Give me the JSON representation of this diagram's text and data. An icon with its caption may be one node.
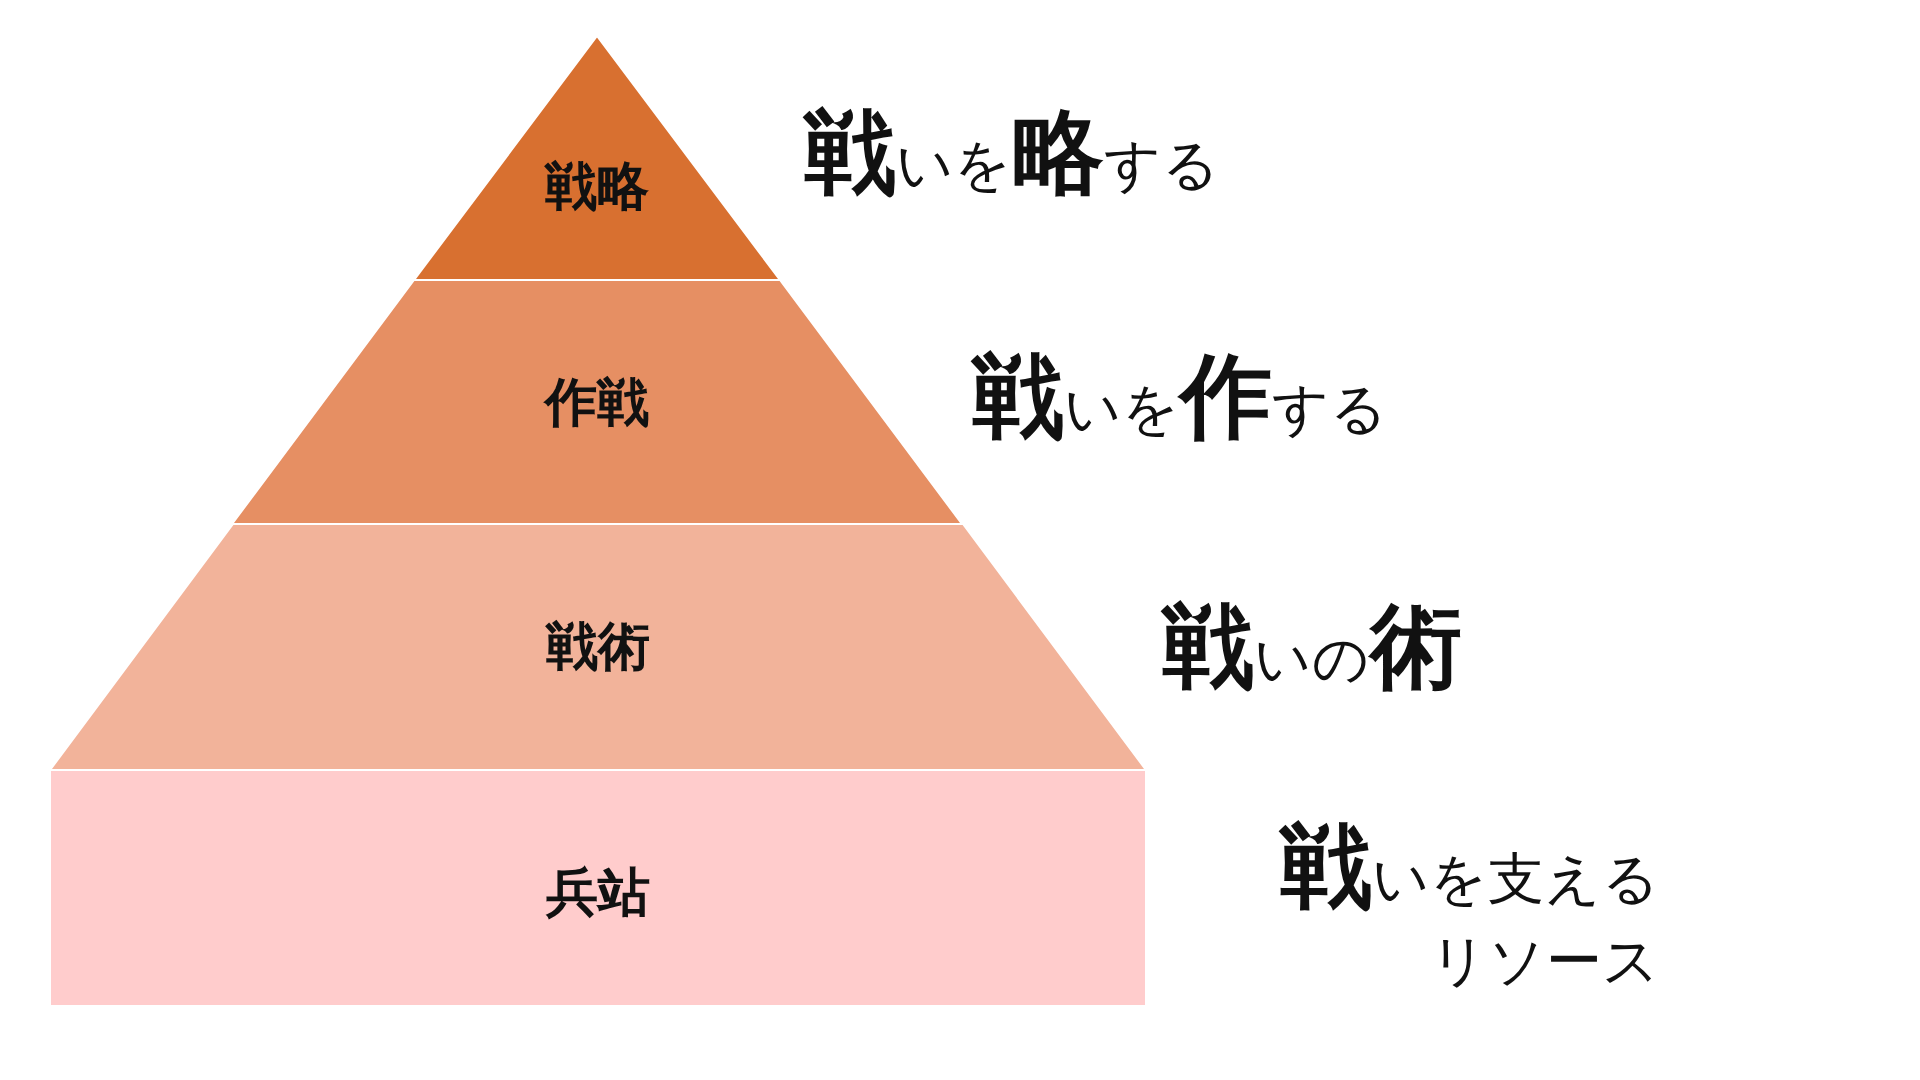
{
  "diagram": {
    "nodes": [
      {
        "text": [
          "戦略"
        ],
        "beside": [
          "**戦**いを**略**する"
        ]
      },
      {
        "text": [
          "作戦"
        ],
        "beside": [
          "**戦**いを**作**する"
        ]
      },
      {
        "text": [
          "戦術"
        ],
        "beside": [
          "**戦**いの**術**"
        ]
      },
      {
        "text": [
          "兵站"
        ],
        "beside": [
          "**戦**いを支えるリソース"
        ]
      }
    ]
  }
}
